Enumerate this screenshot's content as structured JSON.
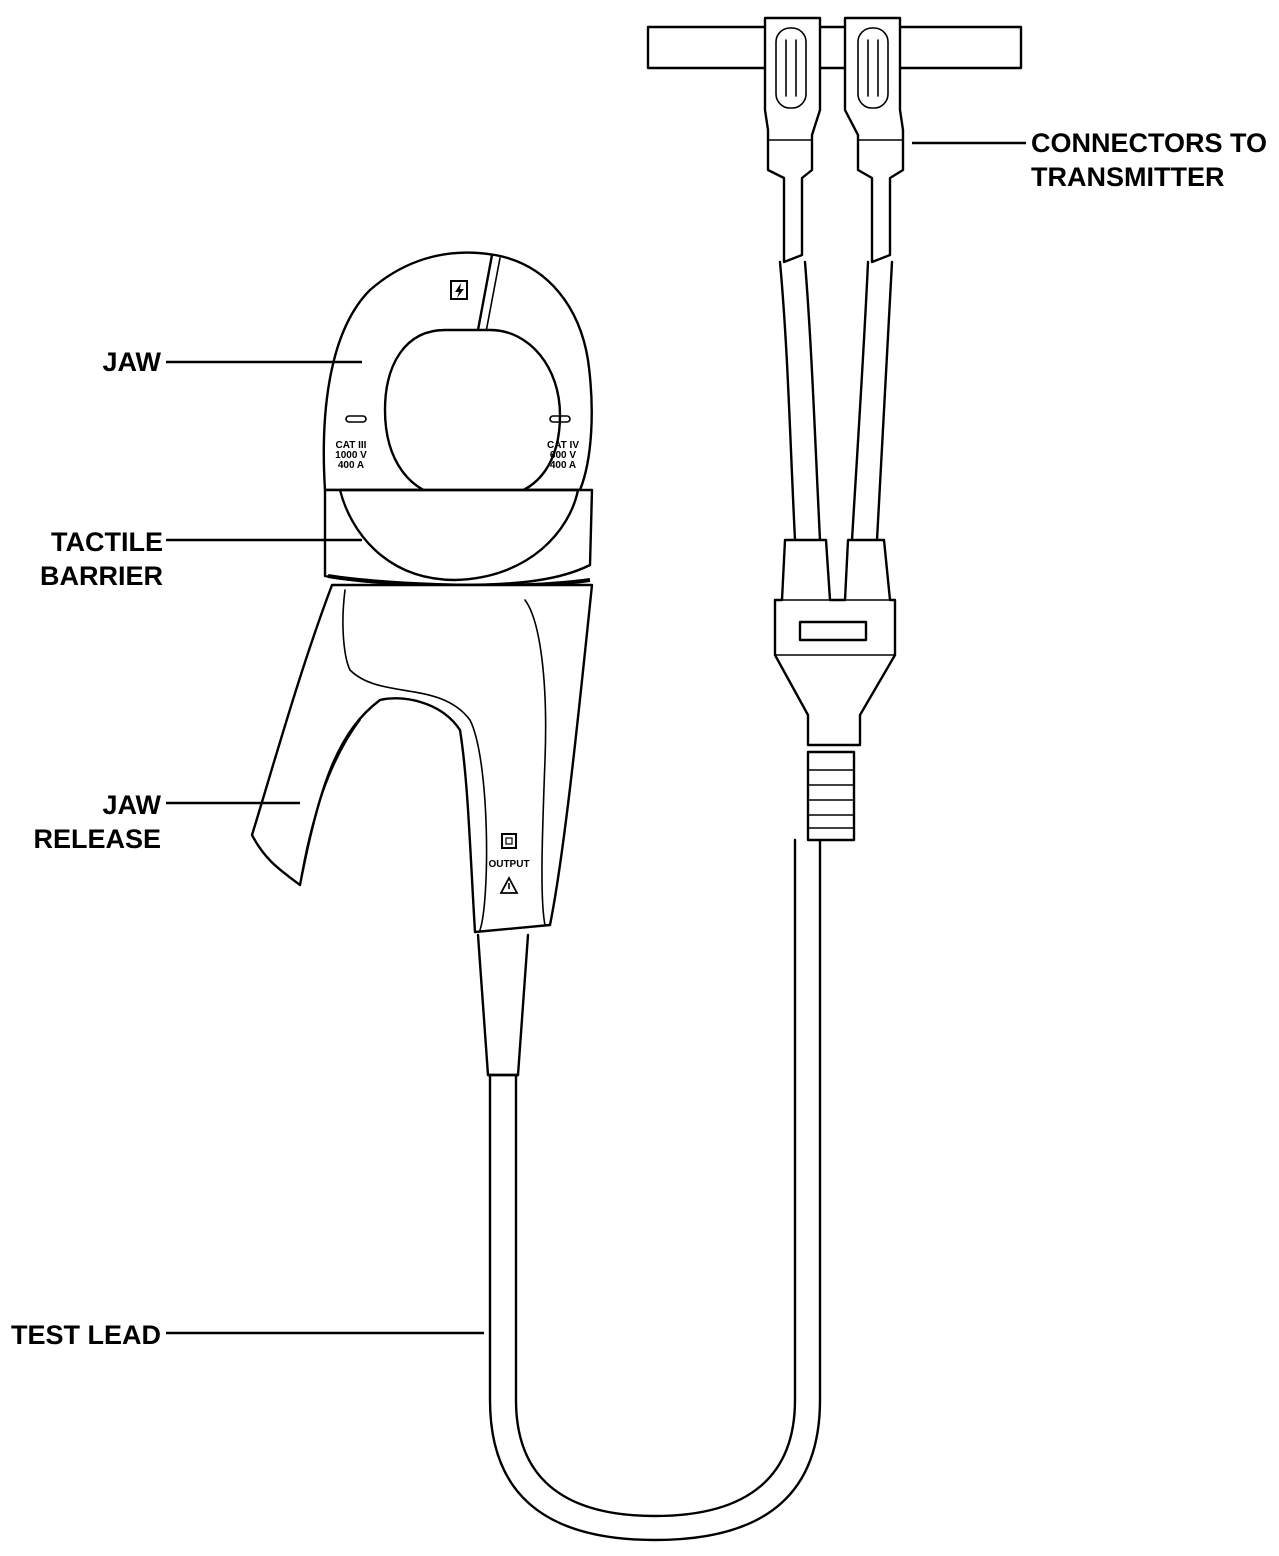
{
  "labels": {
    "jaw": "JAW",
    "tactile_barrier": "TACTILE\nBARRIER",
    "jaw_release": "JAW\nRELEASE",
    "test_lead": "TEST LEAD",
    "connectors": "CONNECTORS TO\nTRANSMITTER"
  },
  "markings": {
    "left_rating": "CAT III\n1000 V\n400 A",
    "right_rating": "CAT IV\n600 V\n400 A",
    "output": "OUTPUT"
  },
  "icons": {
    "top": "high-voltage-icon",
    "output": "square-icon",
    "warning": "warning-triangle-icon"
  }
}
